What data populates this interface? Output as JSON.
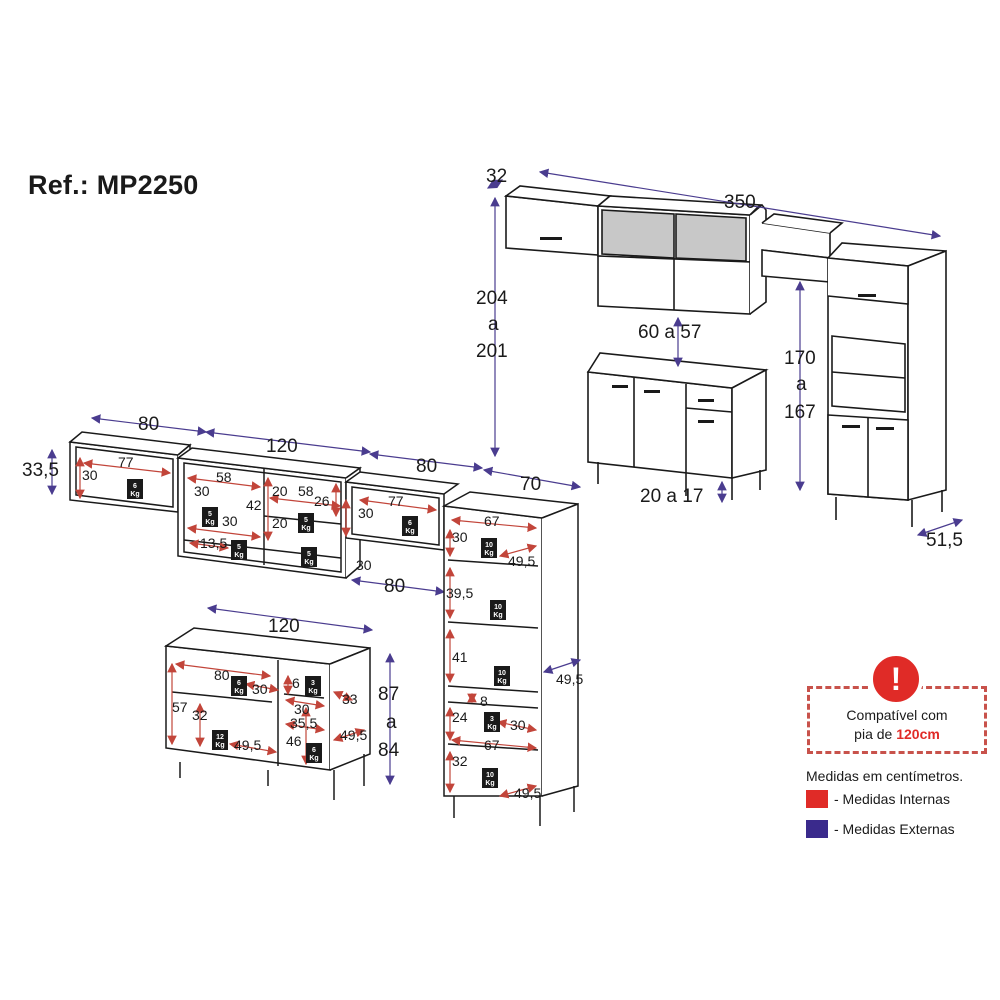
{
  "ref": "Ref.: MP2250",
  "colors": {
    "internal": "#e02b27",
    "external": "#3a2a8c",
    "internal_arrow": "#c2453a",
    "external_arrow": "#4a3c8f"
  },
  "top_dims": {
    "depth_32": "32",
    "width_350": "350",
    "height_204": "204",
    "a1": "a",
    "height_201": "201",
    "gap_60_57": "60 a 57",
    "h170": "170",
    "a2": "a",
    "h167": "167",
    "legs_20_17": "20 a 17",
    "depth_51_5": "51,5"
  },
  "wall_dims": {
    "w80_left": "80",
    "w120": "120",
    "w80_mid": "80",
    "w70": "70",
    "h33_5": "33,5",
    "in30_a": "30",
    "in77_a": "77",
    "in58_a": "58",
    "in30_b": "30",
    "in42": "42",
    "in30_c": "30",
    "in13_5": "13,5",
    "in20_a": "20",
    "in58_b": "58",
    "in26": "26",
    "in20_b": "20",
    "in30_d": "30",
    "in77_b": "77",
    "in30_e": "30",
    "w80_under": "80"
  },
  "tower_dims": {
    "in67_top": "67",
    "in30": "30",
    "in49_5_a": "49,5",
    "in39_5": "39,5",
    "in41": "41",
    "ext49_5": "49,5",
    "in8": "8",
    "in24": "24",
    "in30_b": "30",
    "in67_b": "67",
    "in32": "32",
    "in49_5_b": "49,5"
  },
  "base_dims": {
    "w120": "120",
    "in80": "80",
    "in30_a": "30",
    "in6": "6",
    "in33": "33",
    "in57": "57",
    "in32": "32",
    "in30_b": "30",
    "in35_5": "35,5",
    "in49_5_a": "49,5",
    "in46": "46",
    "in49_5_b": "49,5",
    "h87": "87",
    "a": "a",
    "h84": "84"
  },
  "weights": {
    "w6": "6",
    "w5": "5",
    "w10": "10",
    "w12": "12",
    "w3": "3",
    "kg": "Kg"
  },
  "info": {
    "icon": "!",
    "line1": "Compatível com",
    "line2_prefix": "pia de ",
    "line2_bold": "120cm",
    "measures": "Medidas em centímetros.",
    "internal": "- Medidas Internas",
    "external": "- Medidas Externas"
  }
}
